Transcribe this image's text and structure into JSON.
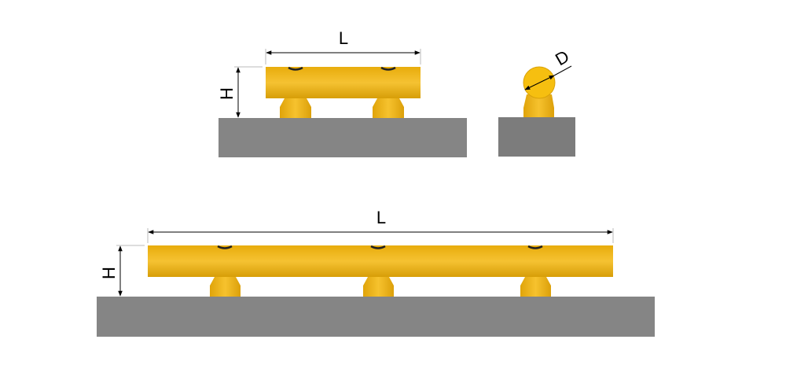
{
  "labels": {
    "top_length": "L",
    "top_height": "H",
    "diameter": "D",
    "bottom_length": "L",
    "bottom_height": "H"
  },
  "colors": {
    "rail": "#f4bd22",
    "base": "#858585",
    "dim_line": "#000000"
  }
}
